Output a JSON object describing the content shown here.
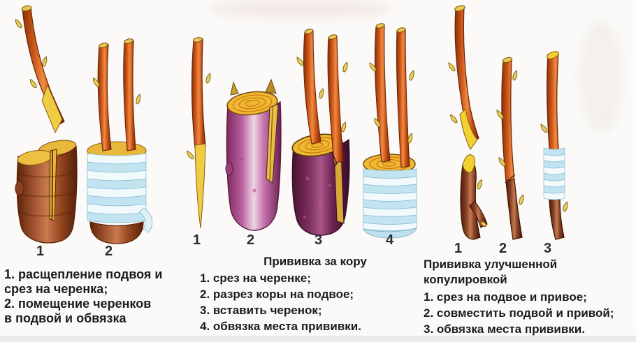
{
  "palette": {
    "background": "#fbfaf8",
    "twig_orange": "#d05a1c",
    "twig_highlight": "#f08a42",
    "twig_dark_edge": "#7a2807",
    "rootstock_brown": "#8a4226",
    "bud_yellow": "#e8ce56",
    "cut_wood_yellow": "#f0c238",
    "growth_ring_orange": "#c87a10",
    "stump_copper": "#a05430",
    "stump_purple": "#b85f9e",
    "binding_blue": "#c2e4f0",
    "binding_white": "#f2f9fc",
    "text_color": "#1c1c1c"
  },
  "groups": {
    "cleft": {
      "figure_labels": [
        "1",
        "2"
      ],
      "caption_lines": [
        "1. расщепление подвоя и",
        "срез на черенка;",
        "2. помещение черенков",
        "в подвой и обвязка"
      ]
    },
    "bark": {
      "title": "Прививка за кору",
      "figure_labels": [
        "1",
        "2",
        "3",
        "4"
      ],
      "caption_lines": [
        "1. срез на черенке;",
        "2. разрез коры на подвое;",
        "3. вставить черенок;",
        "4. обвязка места прививки."
      ]
    },
    "copulation": {
      "title": "Прививка улучшенной копулировкой",
      "figure_labels": [
        "1",
        "2",
        "3"
      ],
      "caption_lines": [
        "1. срез на подвое и привое;",
        "2. совместить подвой и привой;",
        "3. обвязка места прививки."
      ]
    }
  }
}
